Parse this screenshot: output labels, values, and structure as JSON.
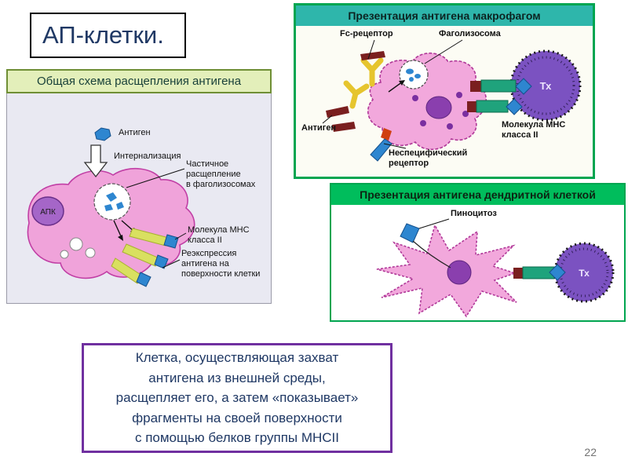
{
  "title": "АП-клетки.",
  "page_number": "22",
  "colors": {
    "accent_green": "#00a550",
    "header_teal": "#2eb6ab",
    "header_green": "#00bd5c",
    "purple_border": "#7030a0",
    "navy_text": "#1f3864",
    "cell_pink": "#f2a8dc",
    "th_purple": "#7b52c1",
    "antigen_blue": "#2e86d0",
    "mhc_green": "#1fa37c"
  },
  "left_panel": {
    "header": "Общая схема расщепления антигена",
    "labels": {
      "antigen": "Антиген",
      "internalization": "Интернализация",
      "cleavage": "Частичное\nрасщепление\nв фаголизосомах",
      "apc": "АПК",
      "mhc": "Молекула МНС\nкласса II",
      "reexpression": "Реэкспрессия\nантигена на\nповерхности клетки"
    }
  },
  "macrophage_panel": {
    "header": "Презентация антигена макрофагом",
    "labels": {
      "fc_receptor": "Fc-рецептор",
      "phagolysosome": "Фаголизосома",
      "antigen": "Антиген",
      "nonspecific_receptor": "Неспецифический\nрецептор",
      "mhc": "Молекула МНС\nкласса II",
      "th": "Тх"
    }
  },
  "dendritic_panel": {
    "header": "Презентация антигена дендритной клеткой",
    "labels": {
      "pinocytosis": "Пиноцитоз",
      "th": "Тх"
    }
  },
  "summary": {
    "text": "Клетка, осуществляющая захват\nантигена из внешней среды,\nрасщепляет его, а затем «показывает»\nфрагменты на своей поверхности\nс помощью белков группы MHCII"
  }
}
